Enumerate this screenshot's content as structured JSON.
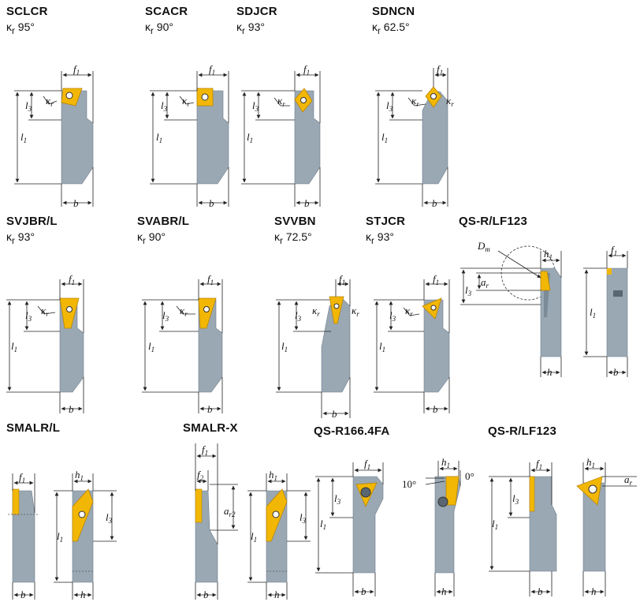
{
  "colors": {
    "holder": "#9aa8b4",
    "holder_dark": "#7c8b98",
    "insert": "#f2b705",
    "insert_edge": "#b88400",
    "dim": "#222222"
  },
  "icons": [
    "tool-holder-shape",
    "insert-shape",
    "dimension-line",
    "arrowhead"
  ],
  "row1": [
    {
      "code": "SCLCR",
      "angle": "95°"
    },
    {
      "code": "SCACR",
      "angle": "90°"
    },
    {
      "code": "SDJCR",
      "angle": "93°"
    },
    {
      "code": "SDNCN",
      "angle": "62.5°"
    }
  ],
  "row2": [
    {
      "code": "SVJBR/L",
      "angle": "93°"
    },
    {
      "code": "SVABR/L",
      "angle": "90°"
    },
    {
      "code": "SVVBN",
      "angle": "72.5°"
    },
    {
      "code": "STJCR",
      "angle": "93°"
    },
    {
      "code": "QS-R/LF123",
      "angle": ""
    }
  ],
  "row3": [
    {
      "code": "SMALR/L"
    },
    {
      "code": "SMALR-X"
    },
    {
      "code": "QS-R166.4FA"
    },
    {
      "code": "QS-R/LF123"
    }
  ],
  "kappa_symbol": "κ",
  "kappa_sub": "r",
  "dims": {
    "f1": "f",
    "l1": "l",
    "l3": "l",
    "b": "b",
    "h": "h",
    "h1": "h",
    "Dm": "D",
    "Dm_sub": "m",
    "ar": "a",
    "ar_sub": "r",
    "ar2_sub": "r2",
    "f2": "f",
    "sub1": "1",
    "sub2": "2",
    "sub3": "3",
    "deg10": "10°",
    "deg0": "0°"
  }
}
